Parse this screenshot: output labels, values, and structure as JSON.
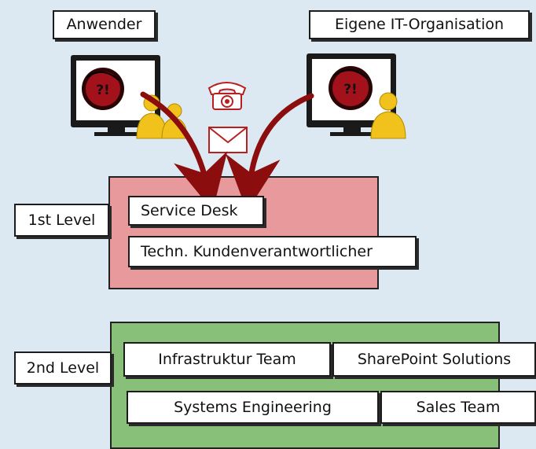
{
  "top": {
    "user_label": "Anwender",
    "it_label": "Eigene IT-Organisation",
    "screen_symbol": "?!"
  },
  "level1": {
    "label": "1st Level",
    "items": [
      "Service Desk",
      "Techn. Kundenverantwortlicher"
    ]
  },
  "level2": {
    "label": "2nd Level",
    "items": [
      "Infrastruktur Team",
      "SharePoint Solutions",
      "Systems Engineering",
      "Sales Team"
    ]
  },
  "icons": [
    "monitor-icon",
    "person-icon",
    "telephone-icon",
    "envelope-icon",
    "arrow-icon"
  ],
  "colors": {
    "background": "#dde9f2",
    "level1_fill": "#e8999b",
    "level2_fill": "#88c07a",
    "arrow": "#8b0d0d",
    "person": "#f1c21b",
    "symbol_red": "#a3121a"
  }
}
